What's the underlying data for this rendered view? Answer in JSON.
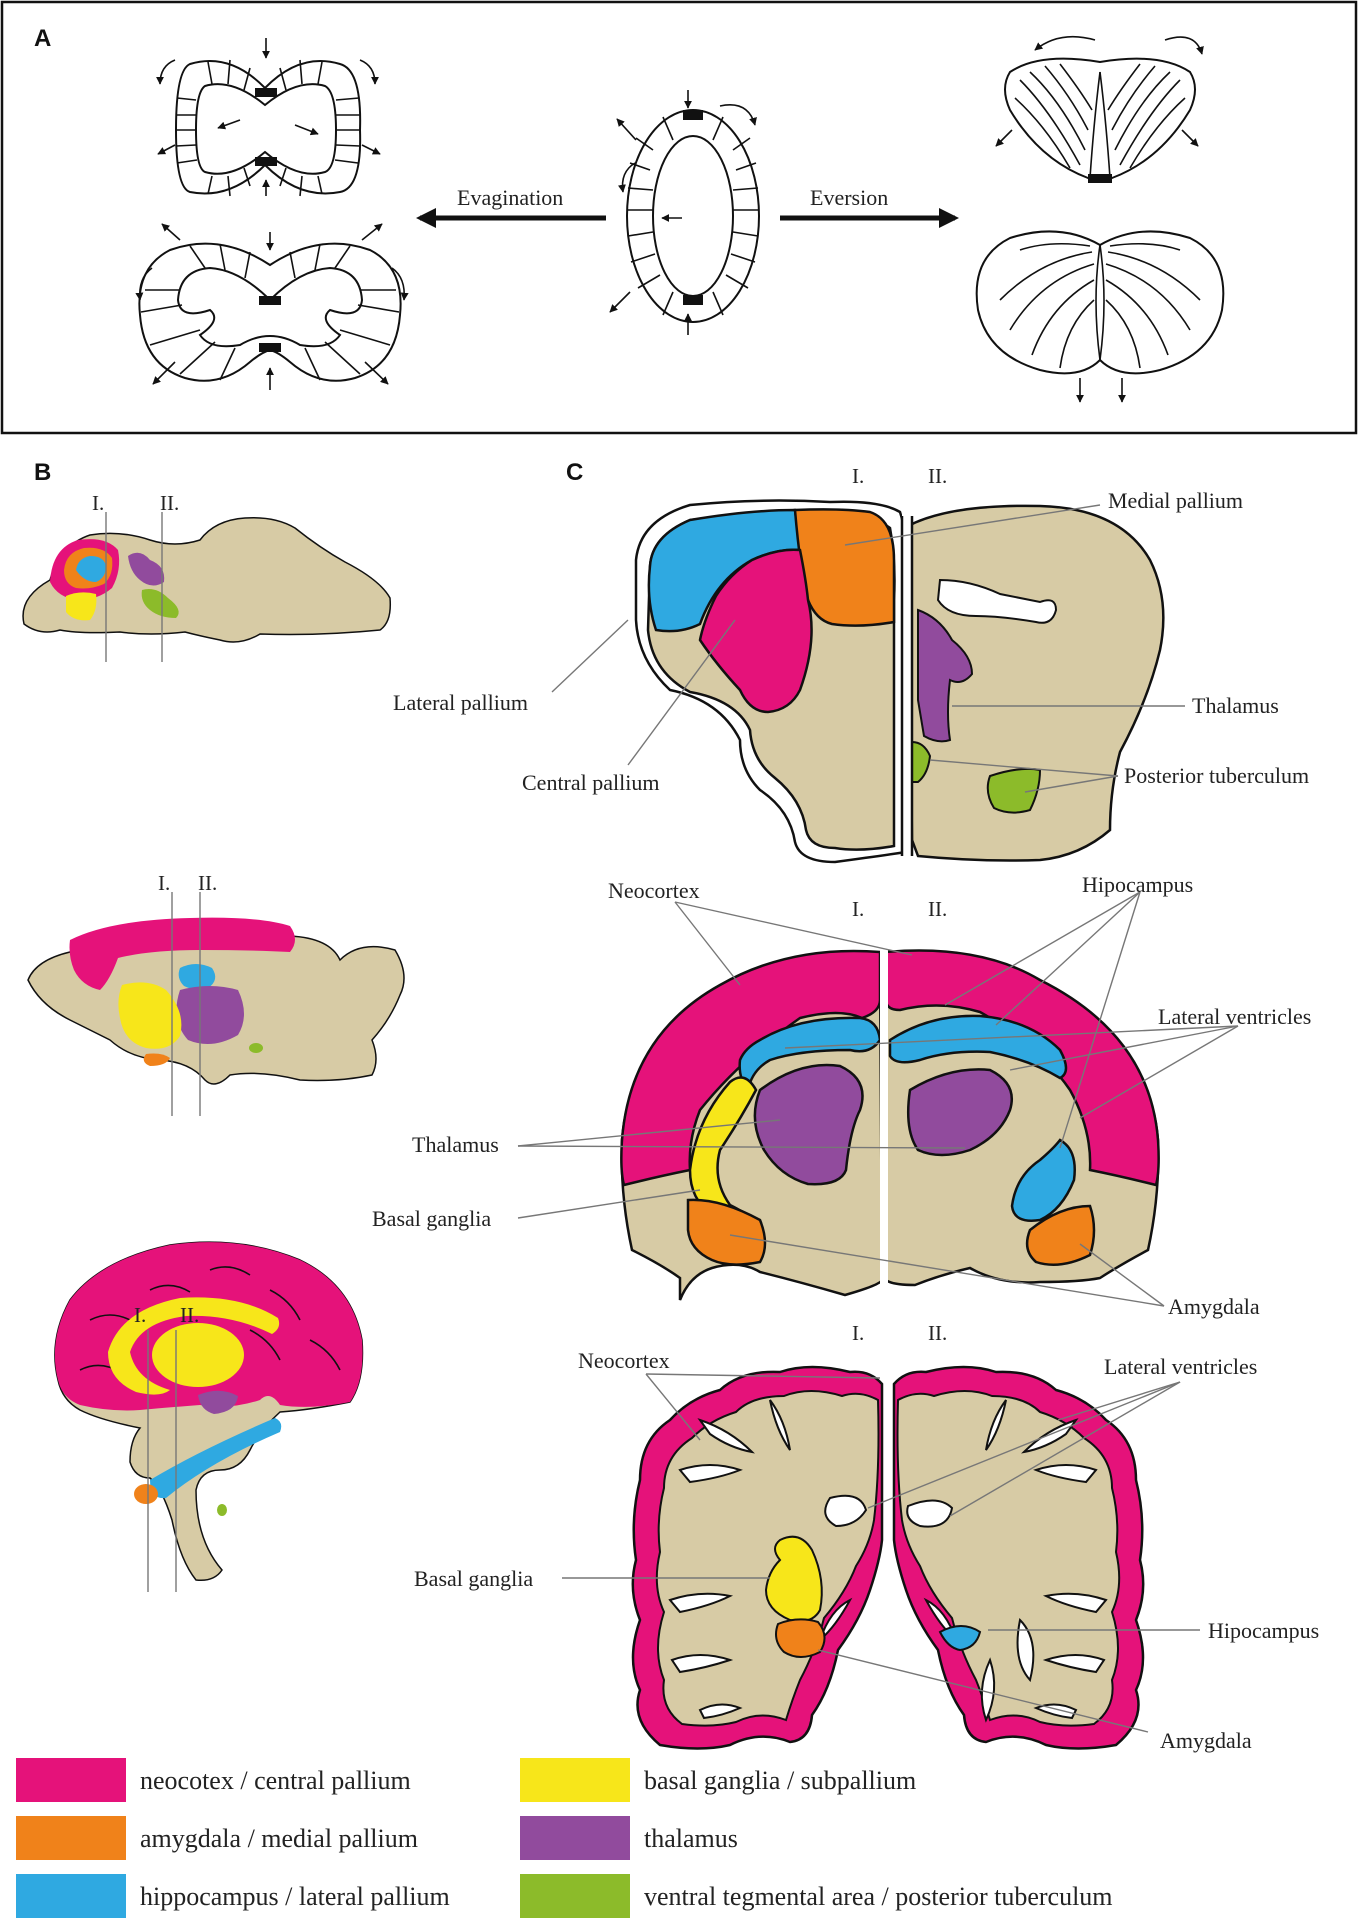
{
  "colors": {
    "neocortex": "#e5127a",
    "amygdala": "#f0821a",
    "hippocampus": "#2fa9e1",
    "basal": "#f7e61a",
    "thalamus": "#914b9d",
    "vta": "#8cbb2a",
    "tissue": "#d7cba5"
  },
  "panelA": {
    "letter": "A",
    "evagination": "Evagination",
    "eversion": "Eversion"
  },
  "panelB": {
    "letter": "B"
  },
  "panelC": {
    "letter": "C"
  },
  "sections": {
    "one": "I.",
    "two": "II."
  },
  "fish": {
    "medial_pallium": "Medial pallium",
    "lateral_pallium": "Lateral pallium",
    "thalamus": "Thalamus",
    "central_pallium": "Central pallium",
    "posterior_tuberculum": "Posterior tuberculum"
  },
  "rodent": {
    "neocortex": "Neocortex",
    "hipocampus": "Hipocampus",
    "lateral_ventricles": "Lateral ventricles",
    "thalamus": "Thalamus",
    "basal_ganglia": "Basal ganglia",
    "amygdala": "Amygdala"
  },
  "human": {
    "neocortex": "Neocortex",
    "lateral_ventricles": "Lateral ventricles",
    "basal_ganglia": "Basal ganglia",
    "hipocampus": "Hipocampus",
    "amygdala": "Amygdala"
  },
  "legend": [
    {
      "label": "neocotex / central pallium",
      "color": "#e5127a"
    },
    {
      "label": "basal ganglia / subpallium",
      "color": "#f7e61a"
    },
    {
      "label": "amygdala / medial pallium",
      "color": "#f0821a"
    },
    {
      "label": "thalamus",
      "color": "#914b9d"
    },
    {
      "label": "hippocampus / lateral pallium",
      "color": "#2fa9e1"
    },
    {
      "label": "ventral tegmental area / posterior tuberculum",
      "color": "#8cbb2a"
    }
  ]
}
